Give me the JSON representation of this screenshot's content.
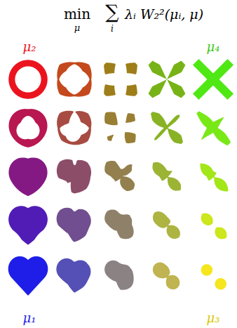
{
  "diagram": {
    "labels": [
      "min",
      "μ",
      "∑",
      "i",
      "λᵢ W₂²(μᵢ, μ)",
      "μ₂",
      "μ₄",
      "μ₁",
      "μ₃"
    ]
  }
}
